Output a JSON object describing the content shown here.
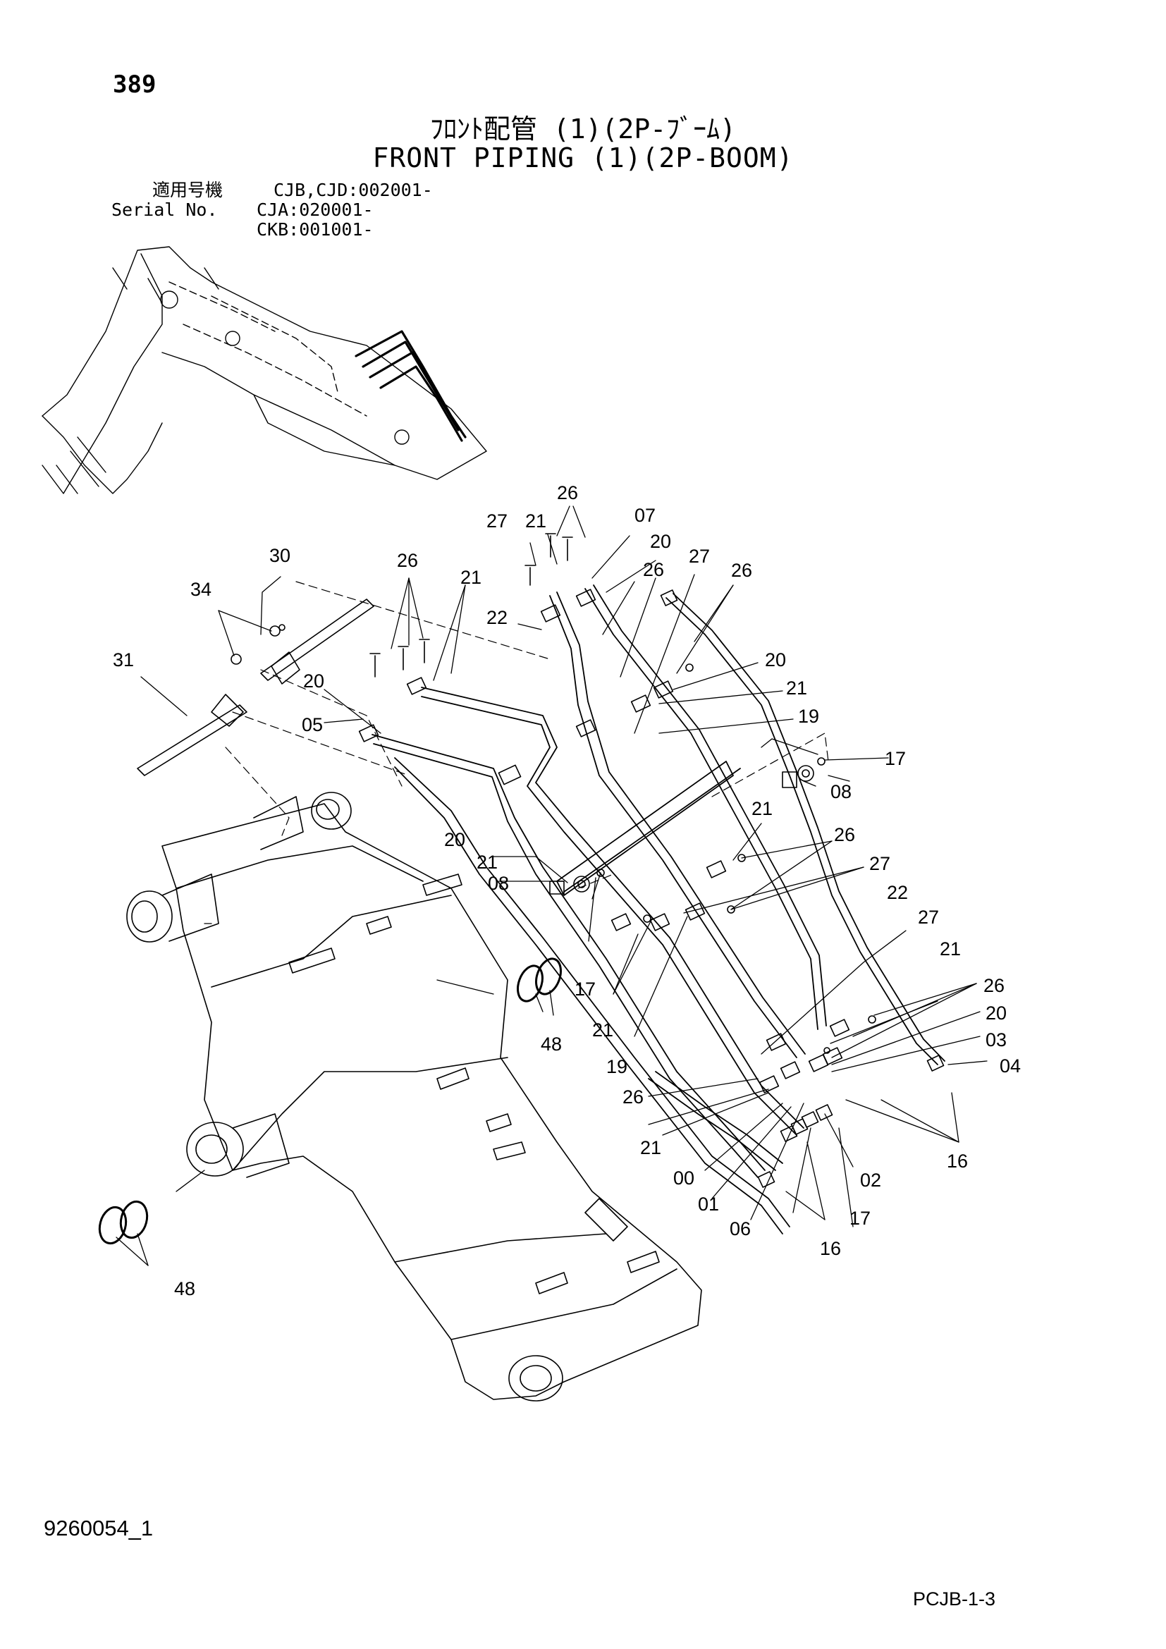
{
  "page_number": "389",
  "title_jp": "ﾌﾛﾝﾄ配管 (1)(2P-ﾌﾞｰﾑ)",
  "title_en": "FRONT PIPING (1)(2P-BOOM)",
  "serial": {
    "label_jp": "適用号機",
    "label_en": "Serial No.",
    "ranges": [
      "CJB,CJD:002001-",
      "CJA:020001-",
      "CKB:001001-"
    ]
  },
  "part_labels": [
    "26",
    "27",
    "21",
    "07",
    "20",
    "30",
    "26",
    "21",
    "26",
    "27",
    "26",
    "34",
    "22",
    "31",
    "20",
    "05",
    "20",
    "21",
    "19",
    "17",
    "08",
    "20",
    "21",
    "21",
    "26",
    "08",
    "27",
    "22",
    "17",
    "27",
    "21",
    "21",
    "26",
    "48",
    "20",
    "03",
    "04",
    "19",
    "26",
    "21",
    "00",
    "02",
    "16",
    "01",
    "17",
    "06",
    "16",
    "48"
  ],
  "doc_id": "9260054_1",
  "sheet_code": "PCJB-1-3",
  "colors": {
    "line": "#000000",
    "background": "#ffffff"
  }
}
